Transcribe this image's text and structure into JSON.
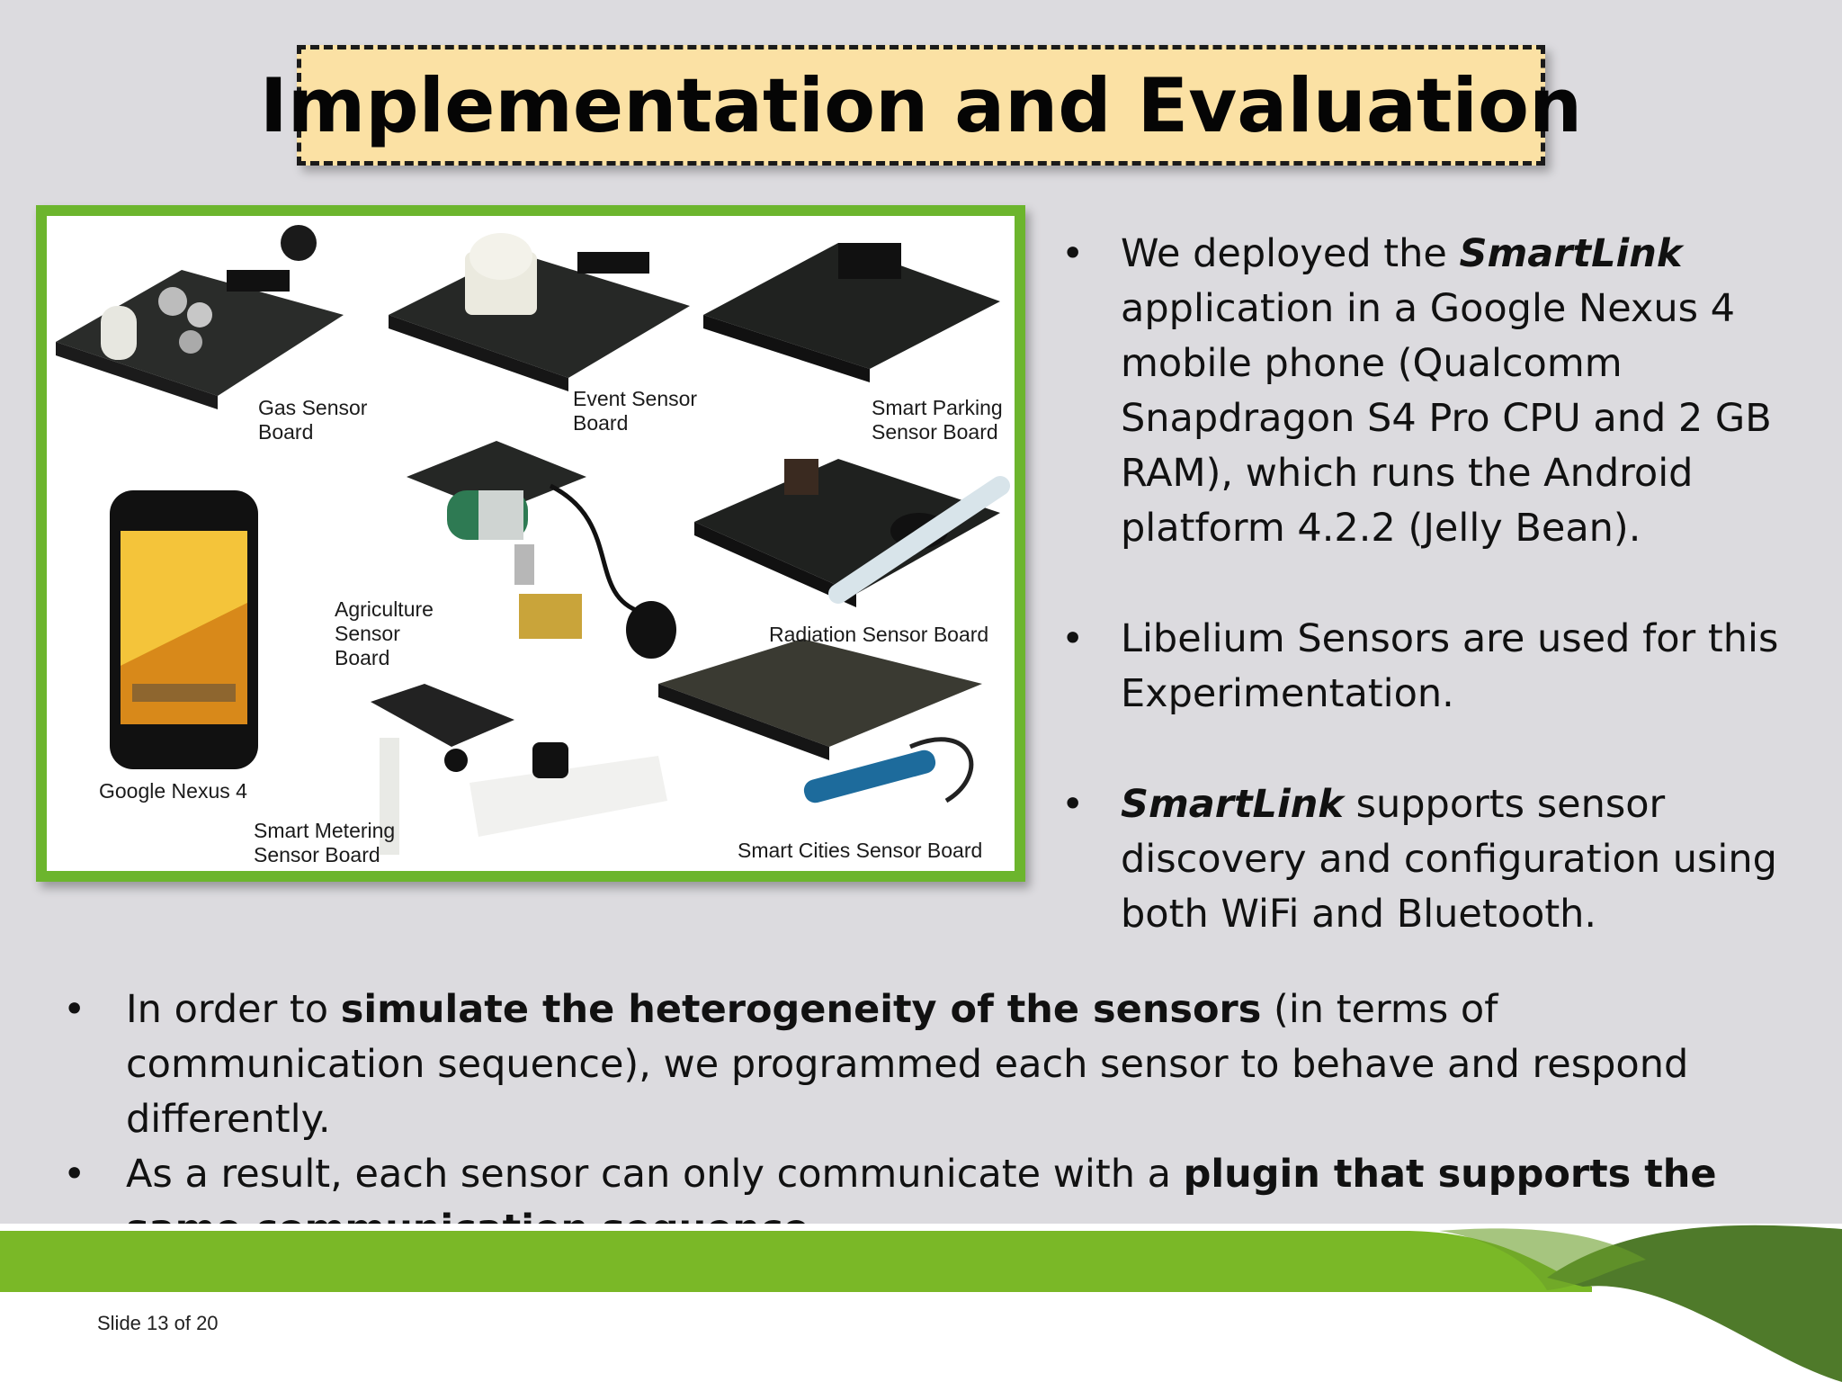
{
  "title": "Implementation and Evaluation",
  "photo": {
    "labels": {
      "gas": "Gas Sensor\nBoard",
      "event": "Event Sensor\nBoard",
      "parking": "Smart Parking\nSensor Board",
      "agriculture": "Agriculture\nSensor\nBoard",
      "radiation": "Radiation Sensor Board",
      "nexus": "Google Nexus 4",
      "metering": "Smart Metering\nSensor Board",
      "cities": "Smart Cities Sensor Board"
    }
  },
  "right_bullets": [
    {
      "pre": "We deployed the ",
      "em": "SmartLink",
      "post": " application in a Google Nexus 4 mobile phone (Qualcomm Snapdragon S4 Pro CPU and 2 GB RAM), which runs the Android platform 4.2.2 (Jelly Bean)."
    },
    {
      "text": "Libelium Sensors are used for this Experimentation."
    },
    {
      "em": "SmartLink",
      "post": " supports sensor discovery and configuration using both WiFi and Bluetooth."
    }
  ],
  "bottom_bullets": [
    {
      "pre": "In order to ",
      "bold": "simulate the heterogeneity of the sensors",
      "post": " (in terms of communication sequence), we programmed each sensor to behave and respond differently."
    },
    {
      "pre": "As a result, each sensor can only communicate with a ",
      "bold": "plugin that supports the same communication sequence",
      "post": "."
    }
  ],
  "footer": {
    "slide_label": "Slide 13  of 20"
  },
  "colors": {
    "background": "#dcdbdf",
    "title_fill": "#fbe1a4",
    "frame_green": "#6cb52d",
    "band_light_green": "#7ab827",
    "band_dark_green": "#4f7a2a"
  }
}
